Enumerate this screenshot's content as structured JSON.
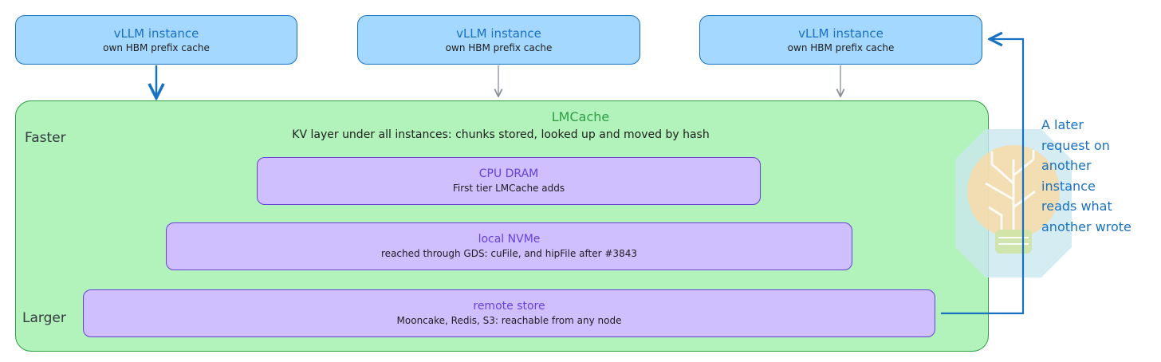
{
  "instances": [
    {
      "title": "vLLM instance",
      "subtitle": "own HBM prefix cache"
    },
    {
      "title": "vLLM instance",
      "subtitle": "own HBM prefix cache"
    },
    {
      "title": "vLLM instance",
      "subtitle": "own HBM prefix cache"
    }
  ],
  "lmcache": {
    "title": "LMCache",
    "subtitle": "KV layer under all instances: chunks stored, looked up and moved by hash"
  },
  "axis": {
    "top_label": "Faster",
    "bottom_label": "Larger"
  },
  "tiers": [
    {
      "title": "CPU DRAM",
      "subtitle": "First tier LMCache adds"
    },
    {
      "title": "local NVMe",
      "subtitle": "reached through GDS: cuFile, and hipFile after #3843"
    },
    {
      "title": "remote store",
      "subtitle": "Mooncake, Redis, S3: reachable from any node"
    }
  ],
  "note": {
    "lines": [
      "A later",
      "request on",
      "another",
      "instance",
      "reads what",
      "another wrote"
    ]
  },
  "colors": {
    "instance_fill": "#a5d8ff",
    "instance_stroke": "#1971c2",
    "lmcache_fill": "#b2f2bb",
    "lmcache_stroke": "#2f9e44",
    "tier_fill": "#d0bfff",
    "tier_stroke": "#6741d9",
    "note_color": "#1971c2"
  }
}
